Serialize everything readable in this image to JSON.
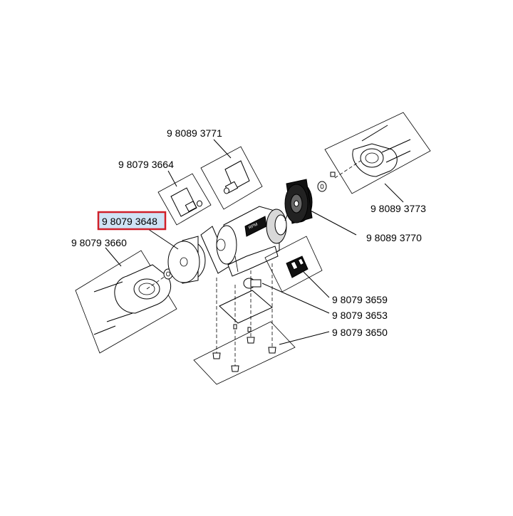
{
  "diagram": {
    "part_labels": [
      {
        "id": "p3771",
        "text": "9 8089 3771"
      },
      {
        "id": "p3664",
        "text": "9 8079 3664"
      },
      {
        "id": "p3648",
        "text": "9 8079 3648",
        "highlighted": true
      },
      {
        "id": "p3660",
        "text": "9 8079 3660"
      },
      {
        "id": "p3773",
        "text": "9 8089 3773"
      },
      {
        "id": "p3770",
        "text": "9 8089 3770"
      },
      {
        "id": "p3659",
        "text": "9 8079 3659"
      },
      {
        "id": "p3653",
        "text": "9 8079 3653"
      },
      {
        "id": "p3650",
        "text": "9 8079 3650"
      }
    ],
    "highlight_color": "#d0202a",
    "highlight_fill": "#cfe3f5",
    "motor_badge_text": "RPM"
  }
}
